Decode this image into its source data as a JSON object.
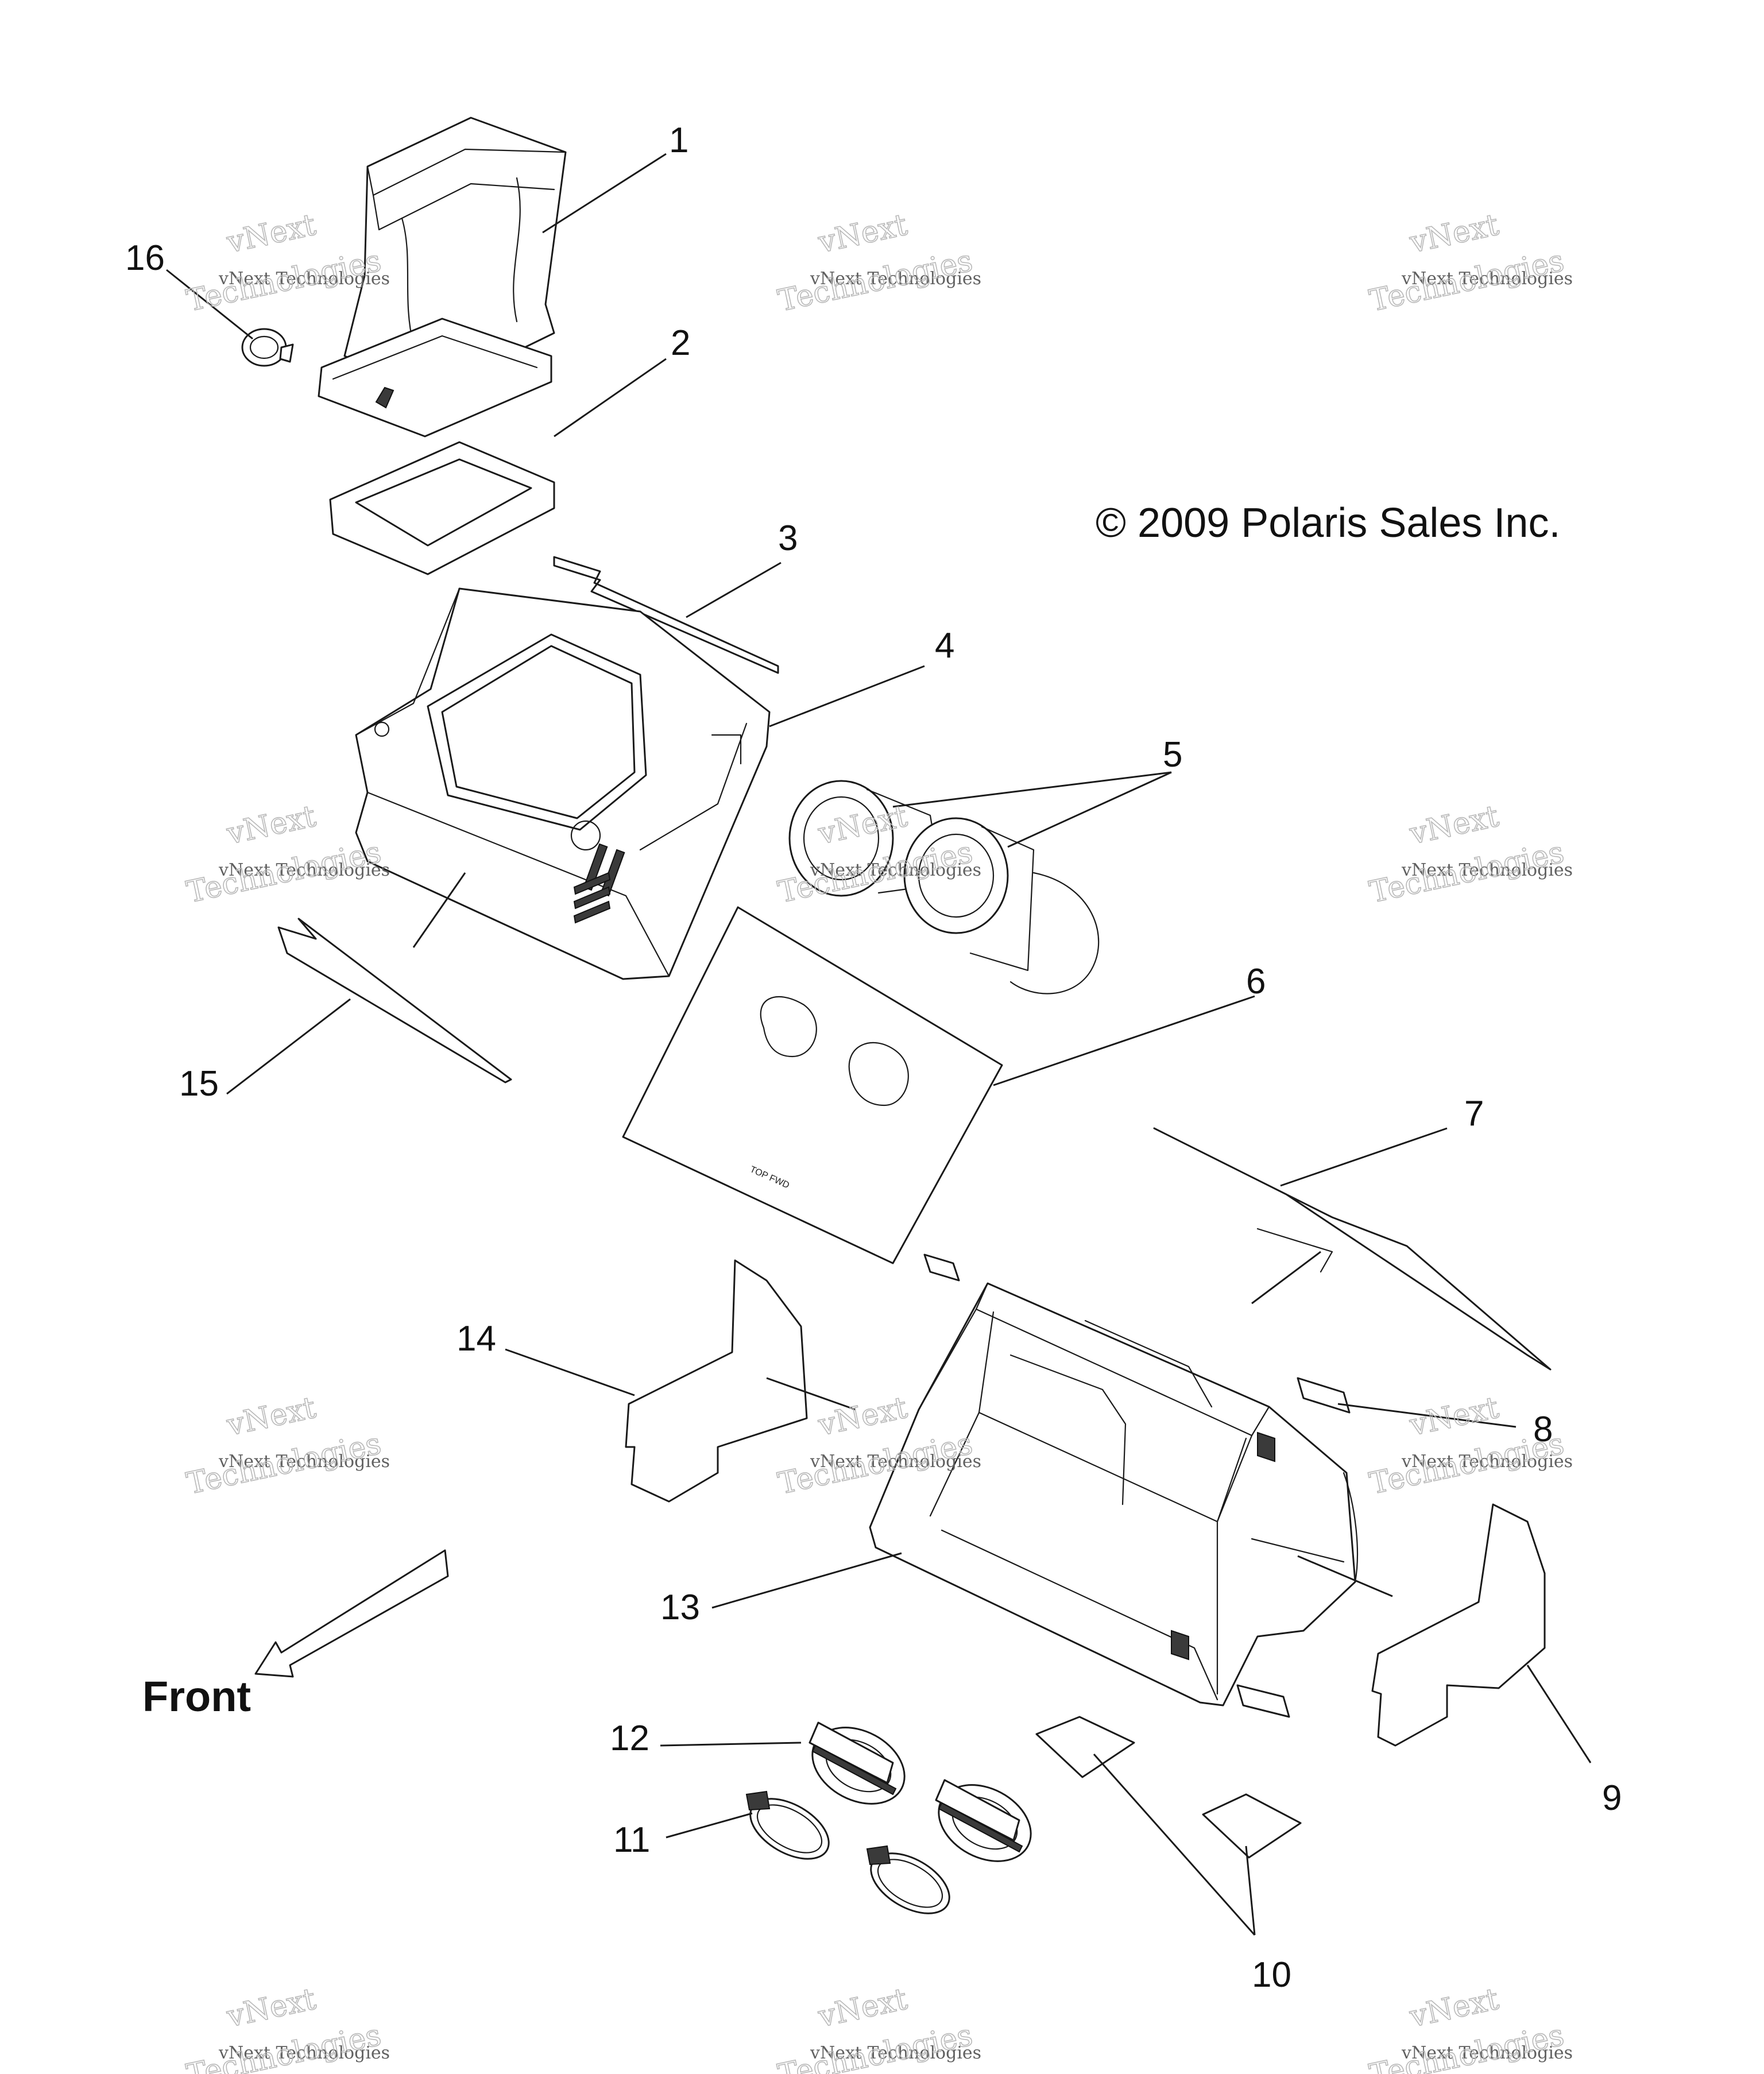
{
  "copyright": "© 2009 Polaris Sales Inc.",
  "front_label": "Front",
  "matte_label": "TOP FWD",
  "watermark": {
    "brand": "vNext",
    "company": "vNext Technologies",
    "word": "Technologies"
  },
  "callouts": [
    "1",
    "2",
    "3",
    "4",
    "5",
    "6",
    "7",
    "8",
    "9",
    "10",
    "11",
    "12",
    "13",
    "14",
    "15",
    "16"
  ]
}
